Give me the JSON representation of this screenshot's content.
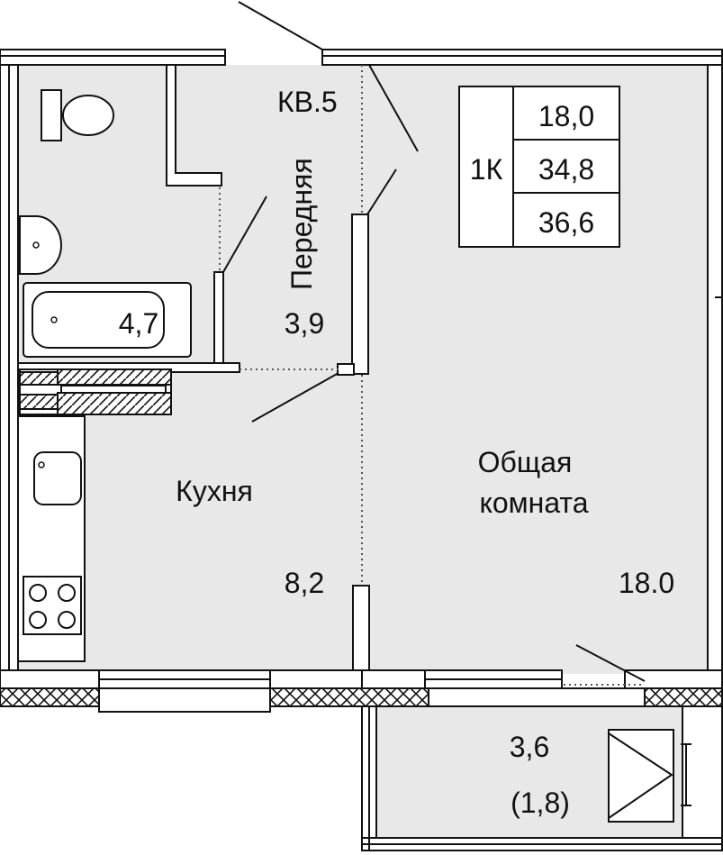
{
  "apartment": {
    "label": "КВ.5"
  },
  "summary": {
    "rooms": "1К",
    "living_area": "18,0",
    "total_area": "34,8",
    "total_with_balcony": "36,6"
  },
  "rooms": {
    "bathroom": {
      "area": "4,7"
    },
    "hallway": {
      "name": "Передняя",
      "area": "3,9"
    },
    "kitchen": {
      "name": "Кухня",
      "area": "8,2"
    },
    "living": {
      "name_line1": "Общая",
      "name_line2": "комната",
      "area": "18.0"
    },
    "balcony": {
      "area": "3,6",
      "area_reduced": "(1,8)"
    }
  },
  "colors": {
    "floor": "#e8e8e8",
    "wall": "#111111",
    "background": "#ffffff"
  }
}
